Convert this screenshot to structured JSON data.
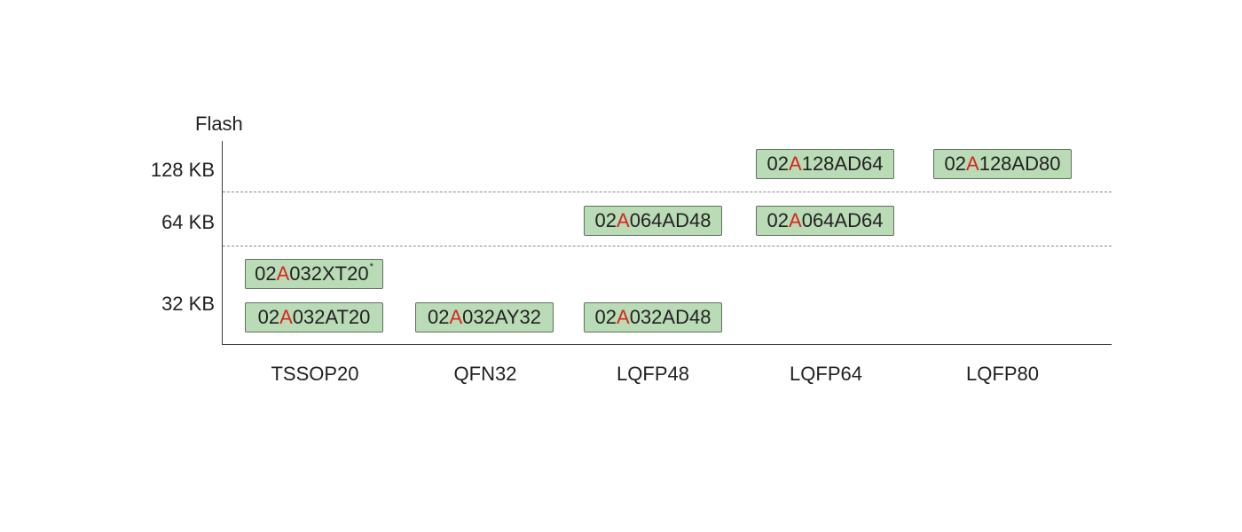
{
  "y_axis": {
    "title": "Flash",
    "levels": [
      {
        "id": "128",
        "label": "128 KB"
      },
      {
        "id": "64",
        "label": "64 KB"
      },
      {
        "id": "32",
        "label": "32 KB"
      }
    ]
  },
  "x_axis": {
    "packages": [
      "TSSOP20",
      "QFN32",
      "LQFP48",
      "LQFP64",
      "LQFP80"
    ]
  },
  "highlight_color": "#d8261f",
  "chip_fill": "#b9dbb5",
  "chips": [
    {
      "prefix": "02",
      "mark": "A",
      "suffix": "128AD64",
      "note": "",
      "package": "LQFP64",
      "flash": "128 KB"
    },
    {
      "prefix": "02",
      "mark": "A",
      "suffix": "128AD80",
      "note": "",
      "package": "LQFP80",
      "flash": "128 KB"
    },
    {
      "prefix": "02",
      "mark": "A",
      "suffix": "064AD48",
      "note": "",
      "package": "LQFP48",
      "flash": "64 KB"
    },
    {
      "prefix": "02",
      "mark": "A",
      "suffix": "064AD64",
      "note": "",
      "package": "LQFP64",
      "flash": "64 KB"
    },
    {
      "prefix": "02",
      "mark": "A",
      "suffix": "032XT20",
      "note": "*",
      "package": "TSSOP20",
      "flash": "32 KB"
    },
    {
      "prefix": "02",
      "mark": "A",
      "suffix": "032AT20",
      "note": "",
      "package": "TSSOP20",
      "flash": "32 KB"
    },
    {
      "prefix": "02",
      "mark": "A",
      "suffix": "032AY32",
      "note": "",
      "package": "QFN32",
      "flash": "32 KB"
    },
    {
      "prefix": "02",
      "mark": "A",
      "suffix": "032AD48",
      "note": "",
      "package": "LQFP48",
      "flash": "32 KB"
    }
  ]
}
